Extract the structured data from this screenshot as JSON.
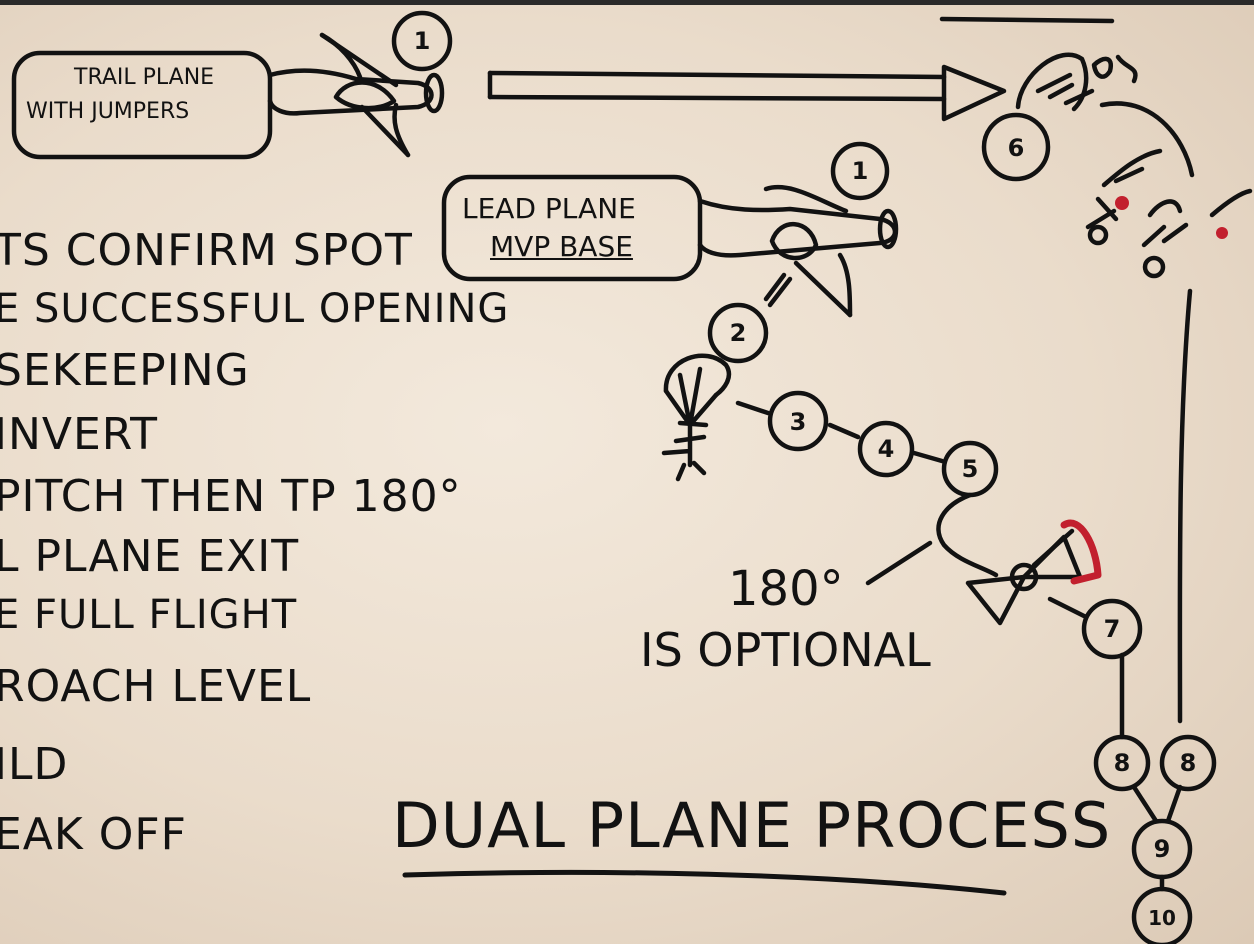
{
  "board": {
    "title": "DUAL PLANE PROCESS",
    "ink_color": "#121212",
    "accent_color": "#c2202e",
    "steps": [
      "TS CONFIRM SPOT",
      "E SUCCESSFUL OPENING",
      "SEKEEPING",
      "INVERT",
      "PITCH THEN TP 180°",
      "L PLANE EXIT",
      "E FULL FLIGHT",
      "ROACH LEVEL",
      "ILD",
      "EAK OFF"
    ],
    "trail_plane": {
      "label_line1": "TRAIL PLANE",
      "label_line2": "WITH JUMPERS",
      "marker": "1"
    },
    "lead_plane": {
      "label_line1": "LEAD PLANE",
      "label_line2": "MVP BASE",
      "marker": "1"
    },
    "sequence_markers": [
      "2",
      "3",
      "4",
      "5",
      "6",
      "7",
      "8",
      "8",
      "9",
      "10"
    ],
    "note_line1": "180°",
    "note_line2": "IS OPTIONAL"
  }
}
